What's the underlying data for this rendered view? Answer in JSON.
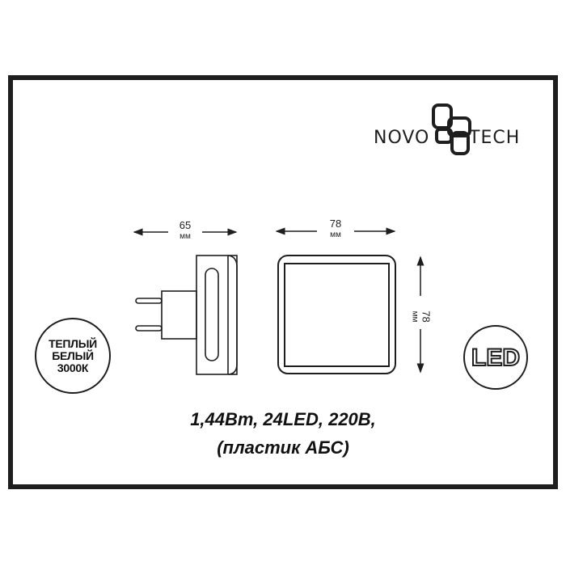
{
  "brand": {
    "left": "NOVO",
    "right": "TECH",
    "full": "NOVOTECH"
  },
  "dimensions": {
    "side_width": {
      "value": "65",
      "unit": "мм"
    },
    "front_width": {
      "value": "78",
      "unit": "мм"
    },
    "front_height": {
      "value": "78",
      "unit": "мм"
    }
  },
  "badges": {
    "color_temp": {
      "line1": "ТЕПЛЫЙ",
      "line2": "БЕЛЫЙ",
      "line3": "3000К"
    },
    "led": {
      "label": "LED"
    }
  },
  "specs": {
    "line1": "1,44Вт, 24LED, 220В,",
    "line2": "(пластик АБС)"
  },
  "colors": {
    "line": "#1e1e1e",
    "background": "#ffffff"
  }
}
